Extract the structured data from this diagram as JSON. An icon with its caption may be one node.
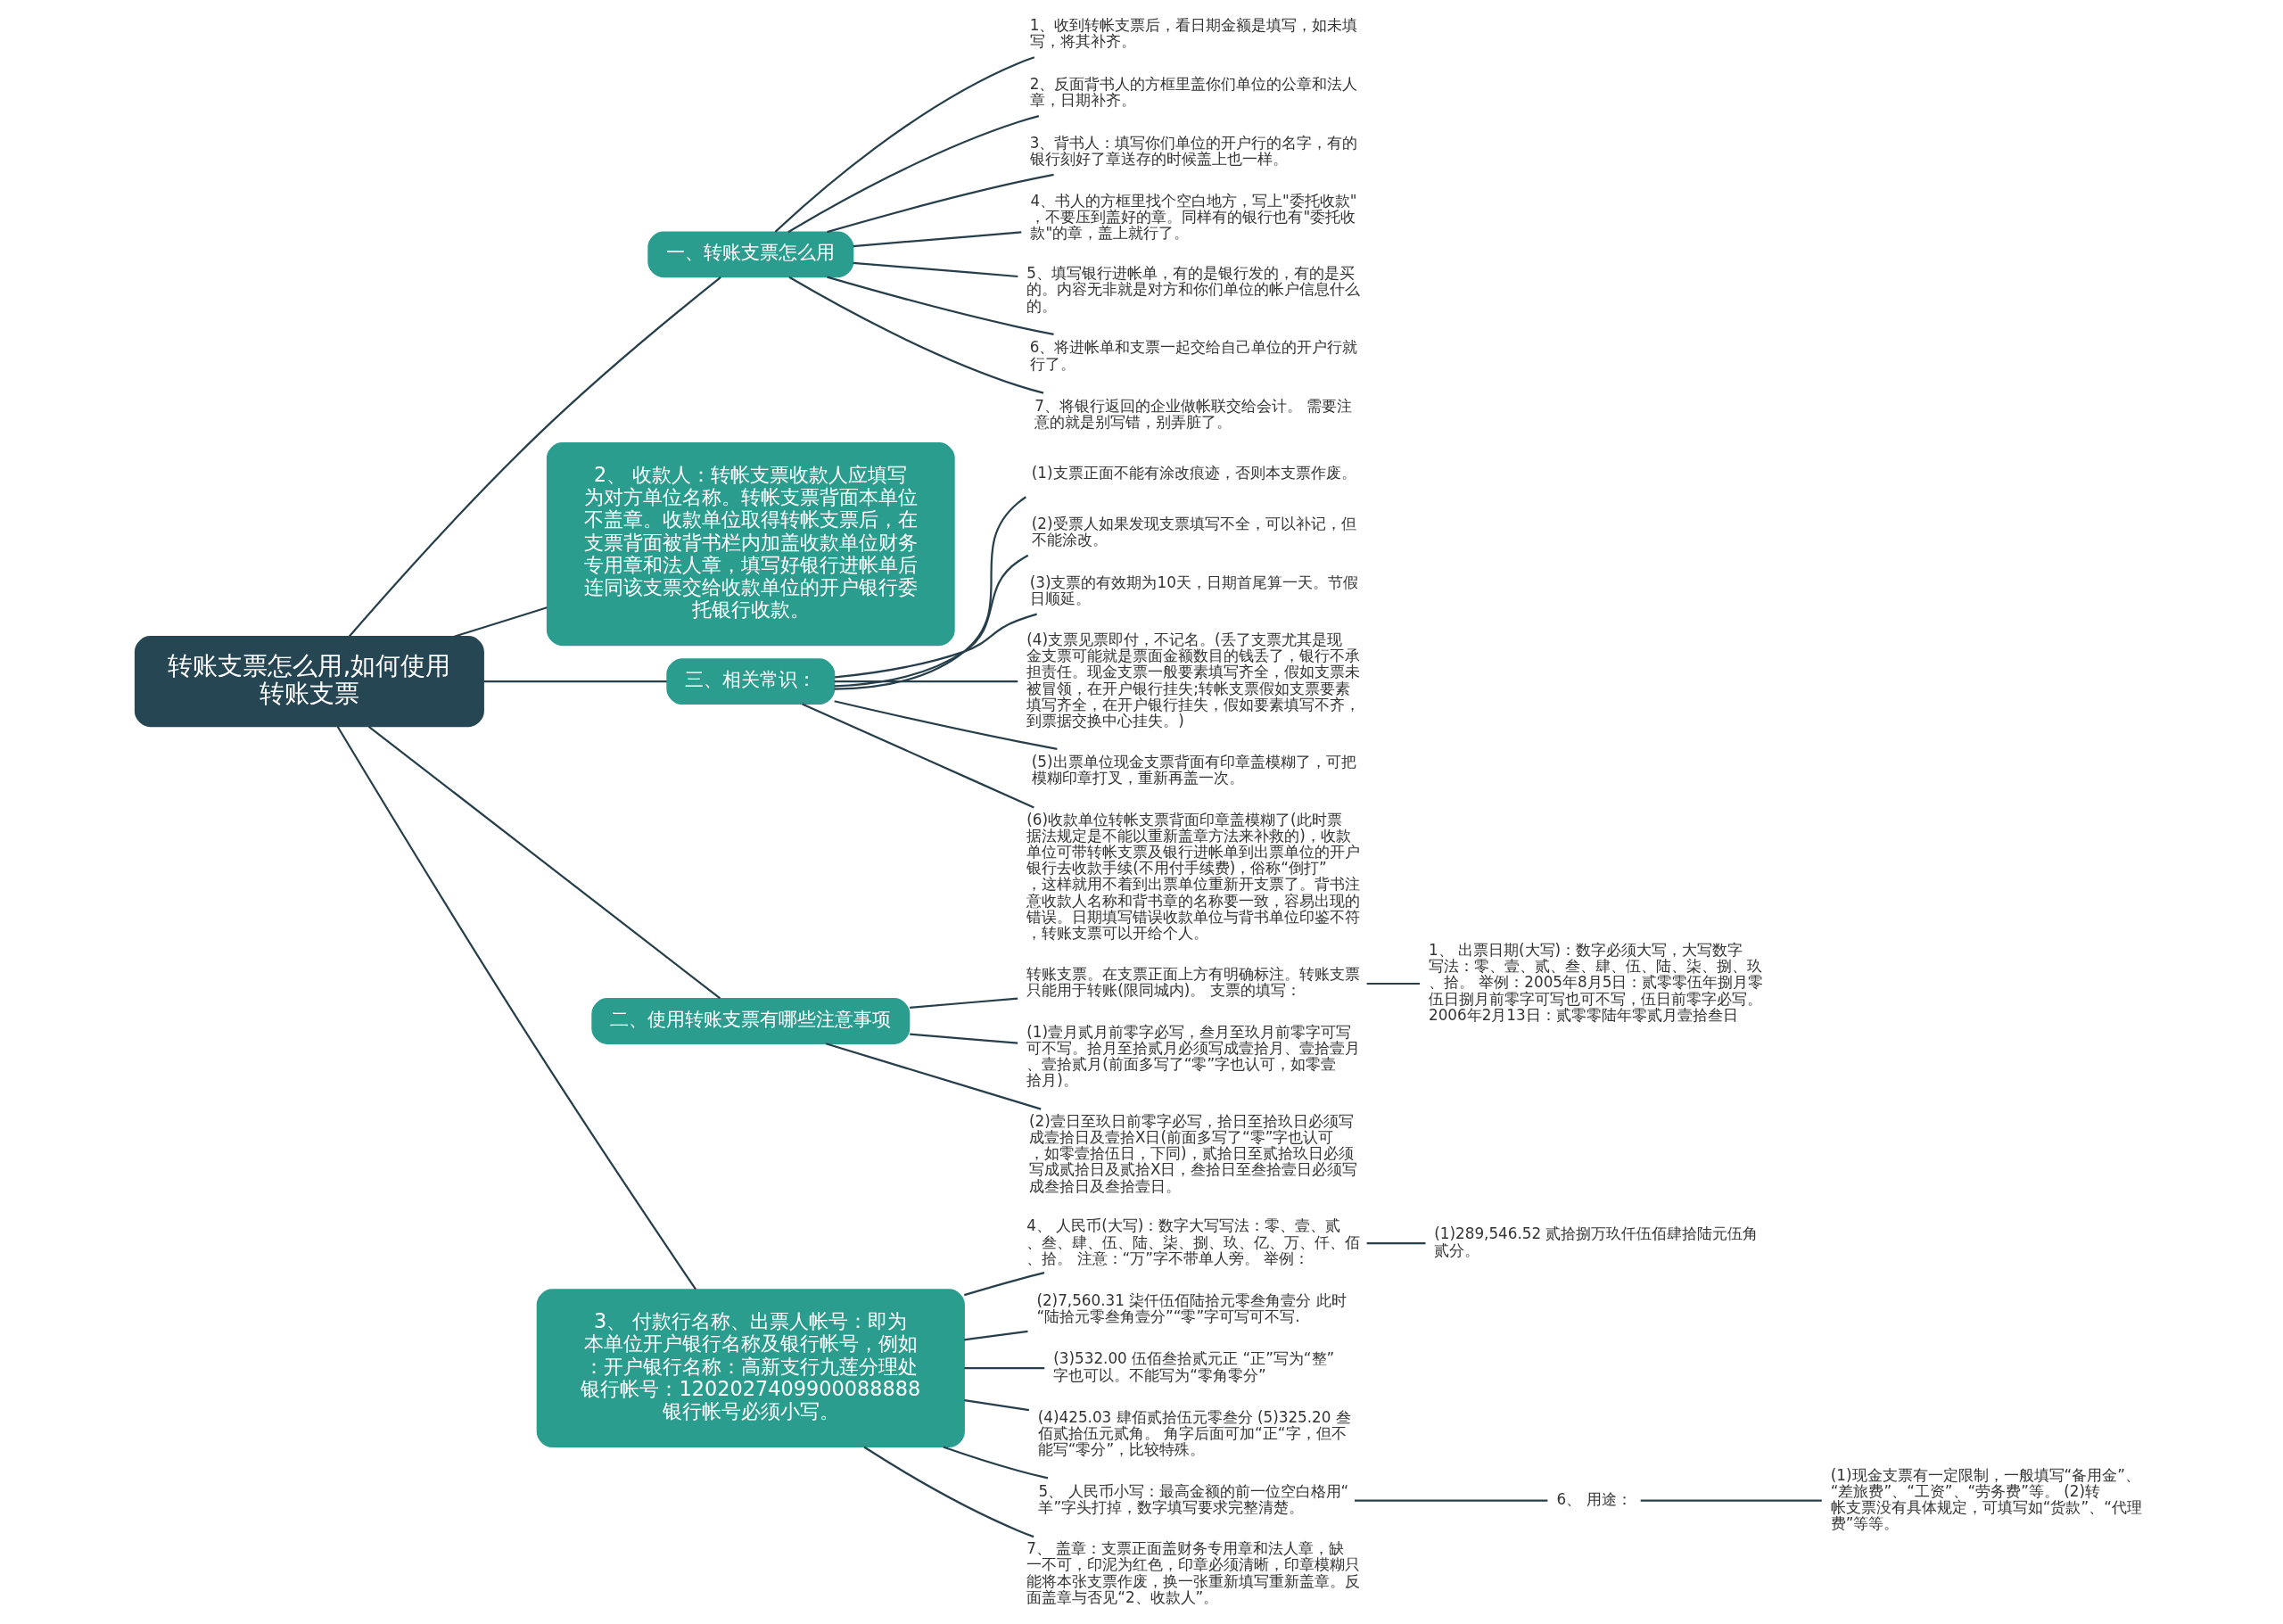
{
  "diagram": {
    "nodes": [
      {
        "text": [
          "转账支票怎么用,如何使用转账支票"
        ]
      },
      {
        "text": [
          "一、转账支票怎么用"
        ]
      },
      {
        "text": [
          "1、收到转帐支票后，看日期金额是填写，如未填写，将其补齐。"
        ]
      },
      {
        "text": [
          "2、反面背书人的方框里盖你们单位的公章和法人章，日期补齐。"
        ]
      },
      {
        "text": [
          "3、背书人：填写你们单位的开户行的名字，有的银行刻好了章送存的时候盖上也一样。"
        ]
      },
      {
        "text": [
          "4、书人的方框里找个空白地方，写上\"委托收款\"，不要压到盖好的章。同样有的银行也有\"委托收款\"的章，盖上就行了。"
        ]
      },
      {
        "text": [
          "5、填写银行进帐单，有的是银行发的，有的是买的。内容无非就是对方和你们单位的帐户信息什么的。"
        ]
      },
      {
        "text": [
          "6、将进帐单和支票一起交给自己单位的开户行就行了。"
        ]
      },
      {
        "text": [
          "7、将银行返回的企业做帐联交给会计。 需要注意的就是别写错，别弄脏了。"
        ]
      },
      {
        "text": [
          "2、 收款人：转帐支票收款人应填写为对方单位名称。转帐支票背面本单位不盖章。收款单位取得转帐支票后，在支票背面被背书栏内加盖收款单位财务专用章和法人章，填写好银行进帐单后连同该支票交给收款单位的开户银行委托银行收款。"
        ]
      },
      {
        "text": [
          "三、相关常识："
        ]
      },
      {
        "text": [
          "(1)支票正面不能有涂改痕迹，否则本支票作废。"
        ]
      },
      {
        "text": [
          "(2)受票人如果发现支票填写不全，可以补记，但不能涂改。"
        ]
      },
      {
        "text": [
          "(3)支票的有效期为10天，日期首尾算一天。节假日顺延。"
        ]
      },
      {
        "text": [
          "(4)支票见票即付，不记名。(丢了支票尤其是现金支票可能就是票面金额数目的钱丢了，银行不承担责任。现金支票一般要素填写齐全，假如支票未被冒领，在开户银行挂失;转帐支票假如支票要素填写齐全，在开户银行挂失，假如要素填写不齐，到票据交换中心挂失。)"
        ]
      },
      {
        "text": [
          "(5)出票单位现金支票背面有印章盖模糊了，可把模糊印章打叉，重新再盖一次。"
        ]
      },
      {
        "text": [
          "(6)收款单位转帐支票背面印章盖模糊了(此时票据法规定是不能以重新盖章方法来补救的)，收款单位可带转帐支票及银行进帐单到出票单位的开户银行去收款手续(不用付手续费)，俗称“倒打”，这样就用不着到出票单位重新开支票了。背书注意收款人名称和背书章的名称要一致，容易出现的错误。日期填写错误收款单位与背书单位印鉴不符，转账支票可以开给个人。"
        ]
      },
      {
        "text": [
          "二、使用转账支票有哪些注意事项"
        ]
      },
      {
        "text": [
          "转账支票。在支票正面上方有明确标注。转账支票只能用于转账(限同城内)。 支票的填写："
        ]
      },
      {
        "text": [
          "1、 出票日期(大写)：数字必须大写，大写数字写法：零、壹、贰、叁、肆、伍、陆、柒、捌、玖、拾。 举例：2005年8月5日：贰零零伍年捌月零伍日捌月前零字可写也可不写，伍日前零字必写。 2006年2月13日：贰零零陆年零贰月壹拾叁日"
        ]
      },
      {
        "text": [
          "(1)壹月贰月前零字必写，叁月至玖月前零字可写可不写。拾月至拾贰月必须写成壹拾月、壹拾壹月、壹拾贰月(前面多写了“零”字也认可，如零壹拾月)。"
        ]
      },
      {
        "text": [
          "(2)壹日至玖日前零字必写，拾日至拾玖日必须写成壹拾日及壹拾X日(前面多写了“零”字也认可，如零壹拾伍日，下同)，贰拾日至贰拾玖日必须写成贰拾日及贰拾X日，叁拾日至叁拾壹日必须写成叁拾日及叁拾壹日。"
        ]
      },
      {
        "text": [
          "3、 付款行名称、出票人帐号：即为本单位开户银行名称及银行帐号，例如：开户银行名称：高新支行九莲分理处银行帐号：1202027409900088888 银行帐号必须小写。"
        ]
      },
      {
        "text": [
          "4、 人民币(大写)：数字大写写法：零、壹、贰、叁、肆、伍、陆、柒、捌、玖、亿、万、仟、佰、拾。 注意：“万”字不带单人旁。 举例："
        ]
      },
      {
        "text": [
          "(1)289,546.52 贰拾捌万玖仟伍佰肆拾陆元伍角贰分。"
        ]
      },
      {
        "text": [
          "(2)7,560.31 柒仟伍佰陆拾元零叁角壹分 此时 “陆拾元零叁角壹分”“零”字可写可不写."
        ]
      },
      {
        "text": [
          "(3)532.00 伍佰叁拾贰元正 “正”写为“整”字也可以。不能写为“零角零分”"
        ]
      },
      {
        "text": [
          "(4)425.03 肆佰贰拾伍元零叁分 (5)325.20 叁佰贰拾伍元贰角。 角字后面可加“正“字，但不能写“零分”，比较特殊。"
        ]
      },
      {
        "text": [
          "5、 人民币小写：最高金额的前一位空白格用“羊”字头打掉，数字填写要求完整清楚。"
        ]
      },
      {
        "text": [
          "6、 用途："
        ]
      },
      {
        "text": [
          "(1)现金支票有一定限制，一般填写“备用金”、“差旅费”、“工资”、“劳务费”等。 (2)转帐支票没有具体规定，可填写如“货款”、“代理费”等等。"
        ]
      },
      {
        "text": [
          "7、 盖章：支票正面盖财务专用章和法人章，缺一不可，印泥为红色，印章必须清晰，印章模糊只能将本张支票作废，换一张重新填写重新盖章。反面盖章与否见“2、收款人”。"
        ]
      }
    ],
    "edges": [
      {
        "from": 0,
        "to": 1,
        "arrow": "none"
      },
      {
        "from": 1,
        "to": 2,
        "arrow": "none"
      },
      {
        "from": 1,
        "to": 3,
        "arrow": "none"
      },
      {
        "from": 1,
        "to": 4,
        "arrow": "none"
      },
      {
        "from": 1,
        "to": 5,
        "arrow": "none"
      },
      {
        "from": 1,
        "to": 6,
        "arrow": "none"
      },
      {
        "from": 1,
        "to": 7,
        "arrow": "none"
      },
      {
        "from": 1,
        "to": 8,
        "arrow": "none"
      },
      {
        "from": 0,
        "to": 9,
        "arrow": "none"
      },
      {
        "from": 0,
        "to": 10,
        "arrow": "none"
      },
      {
        "from": 10,
        "to": 11,
        "arrow": "none"
      },
      {
        "from": 10,
        "to": 12,
        "arrow": "none"
      },
      {
        "from": 10,
        "to": 13,
        "arrow": "none"
      },
      {
        "from": 10,
        "to": 14,
        "arrow": "none"
      },
      {
        "from": 10,
        "to": 15,
        "arrow": "none"
      },
      {
        "from": 10,
        "to": 16,
        "arrow": "none"
      },
      {
        "from": 0,
        "to": 17,
        "arrow": "none"
      },
      {
        "from": 17,
        "to": 18,
        "arrow": "none"
      },
      {
        "from": 18,
        "to": 19,
        "arrow": "none"
      },
      {
        "from": 17,
        "to": 20,
        "arrow": "none"
      },
      {
        "from": 17,
        "to": 21,
        "arrow": "none"
      },
      {
        "from": 0,
        "to": 22,
        "arrow": "none"
      },
      {
        "from": 22,
        "to": 23,
        "arrow": "none"
      },
      {
        "from": 23,
        "to": 24,
        "arrow": "none"
      },
      {
        "from": 22,
        "to": 25,
        "arrow": "none"
      },
      {
        "from": 22,
        "to": 26,
        "arrow": "none"
      },
      {
        "from": 22,
        "to": 27,
        "arrow": "none"
      },
      {
        "from": 22,
        "to": 28,
        "arrow": "none"
      },
      {
        "from": 28,
        "to": 29,
        "arrow": "none"
      },
      {
        "from": 29,
        "to": 30,
        "arrow": "none"
      },
      {
        "from": 22,
        "to": 31,
        "arrow": "none"
      }
    ]
  }
}
